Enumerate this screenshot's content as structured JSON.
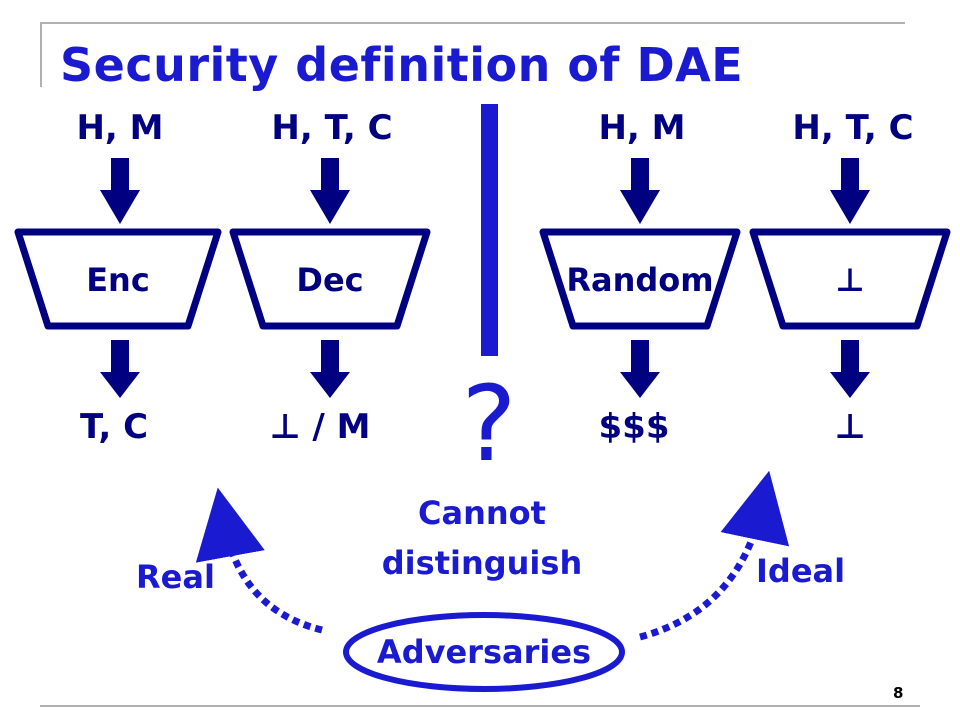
{
  "slide": {
    "title": "Security definition of DAE",
    "page_number": "8"
  },
  "real_world": {
    "enc": {
      "input": "H, M",
      "name": "Enc",
      "output": "T, C"
    },
    "dec": {
      "input": "H, T, C",
      "name": "Dec",
      "output": "⊥ / M"
    }
  },
  "ideal_world": {
    "random": {
      "input": "H, M",
      "name": "Random",
      "output": "$$$"
    },
    "bottom": {
      "input": "H, T, C",
      "name": "⊥",
      "output": "⊥"
    }
  },
  "center": {
    "question": "?",
    "cannot_line1": "Cannot",
    "cannot_line2": "distinguish"
  },
  "labels": {
    "real": "Real",
    "ideal": "Ideal",
    "adversaries": "Adversaries"
  },
  "colors": {
    "dark_navy": "#000080",
    "bright_blue": "#1a1ad0"
  }
}
